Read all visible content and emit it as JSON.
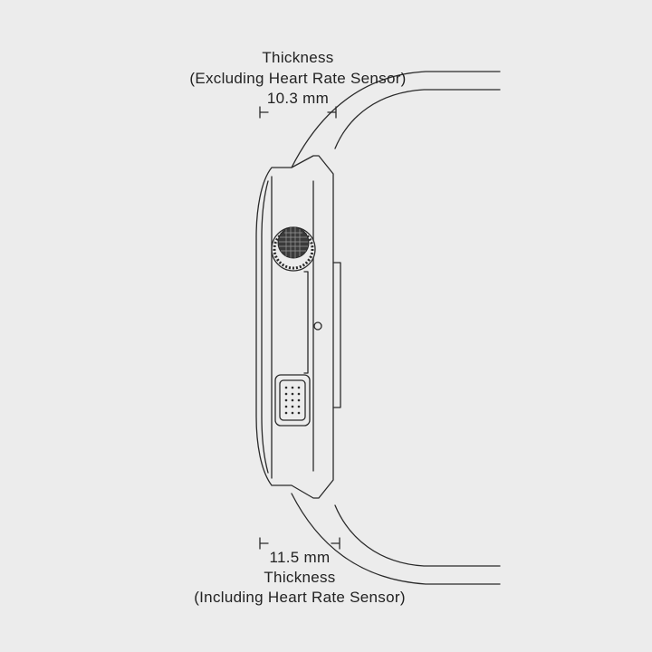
{
  "top_label": {
    "title": "Thickness",
    "subtitle": "(Excluding Heart Rate Sensor)",
    "value": "10.3 mm"
  },
  "bottom_label": {
    "value": "11.5 mm",
    "title": "Thickness",
    "subtitle": "(Including Heart Rate Sensor)"
  },
  "colors": {
    "background": "#ececec",
    "line": "#2a2a2a",
    "crown_fill": "#3a3a3a"
  }
}
